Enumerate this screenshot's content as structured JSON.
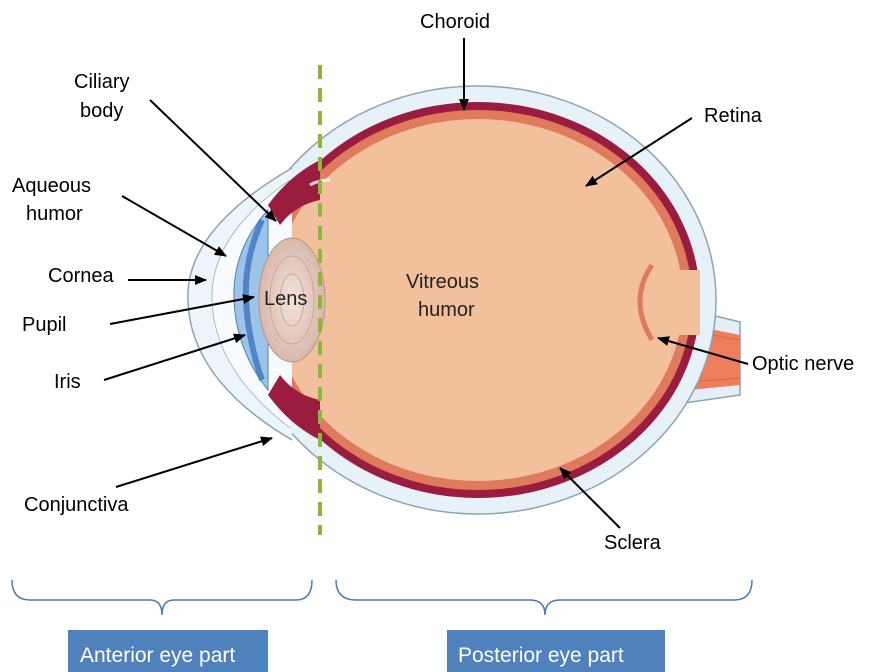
{
  "labels": {
    "choroid": "Choroid",
    "ciliary_line1": "Ciliary",
    "ciliary_line2": "body",
    "retina": "Retina",
    "aqueous_line1": "Aqueous",
    "aqueous_line2": "humor",
    "cornea": "Cornea",
    "lens": "Lens",
    "vitreous_line1": "Vitreous",
    "vitreous_line2": "humor",
    "pupil": "Pupil",
    "optic_nerve": "Optic nerve",
    "iris": "Iris",
    "conjunctiva": "Conjunctiva",
    "sclera": "Sclera"
  },
  "sections": {
    "anterior": "Anterior eye part",
    "posterior": "Posterior eye part"
  },
  "colors": {
    "sclera": "#e7f1f8",
    "sclera_outline": "#8ea3b4",
    "choroid": "#9a1c3f",
    "retina": "#e07a5c",
    "vitreous": "#f2c09c",
    "lens": "#ead4cc",
    "iris": "#6a9fd8",
    "optic_nerve": "#ec7e5c",
    "divider": "#8fb53a",
    "label_box": "#4f81bd",
    "bracket": "#4a7bb0"
  }
}
